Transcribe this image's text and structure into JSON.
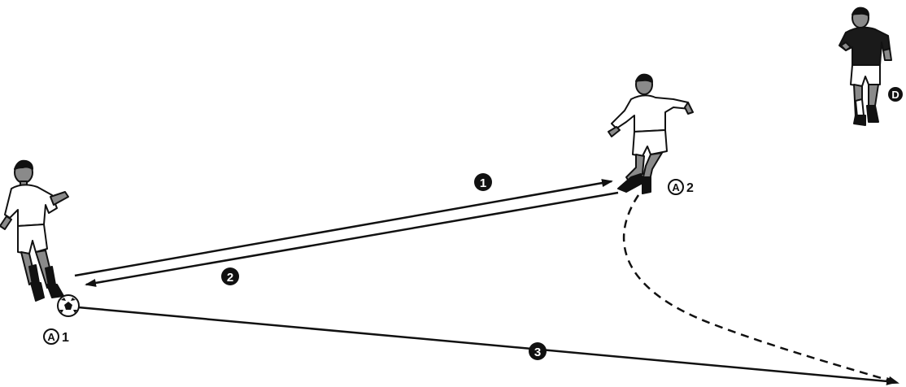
{
  "diagram": {
    "players": [
      {
        "id": "a1",
        "letter": "A",
        "number": "1",
        "team": "attacker"
      },
      {
        "id": "a2",
        "letter": "A",
        "number": "2",
        "team": "attacker"
      },
      {
        "id": "d",
        "letter": "D",
        "number": "",
        "team": "defender"
      }
    ],
    "steps": [
      {
        "label": "1",
        "description_visible": ""
      },
      {
        "label": "2",
        "description_visible": ""
      },
      {
        "label": "3",
        "description_visible": ""
      }
    ],
    "colors": {
      "ink": "#111111",
      "attacker_shirt": "#ffffff",
      "defender_shirt": "#1a1a1a",
      "skin": "#8a8a8a",
      "background": "#ffffff"
    }
  }
}
